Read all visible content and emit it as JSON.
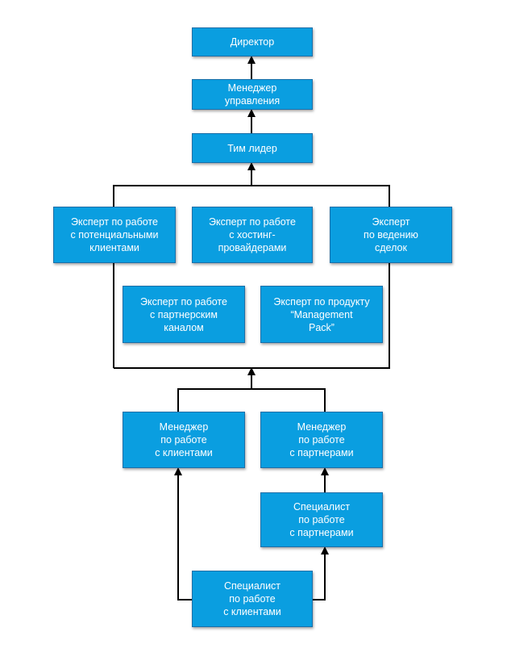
{
  "colors": {
    "box_fill": "#0a9ee0",
    "box_border": "#1c6fa8",
    "box_text": "#ffffff",
    "connector": "#000000"
  },
  "nodes": {
    "director": "Директор",
    "manager_mgmt": "Менеджер\nуправления",
    "team_lead": "Тим лидер",
    "expert_potential": "Эксперт по работе\nс потенциальными\nклиентами",
    "expert_hosting": "Эксперт по работе\nс хостинг-\nпровайдерами",
    "expert_deals": "Эксперт\nпо ведению\nсделок",
    "expert_partner_channel": "Эксперт по работе\nс партнерским\nканалом",
    "expert_product": "Эксперт по  продукту\n“Management\nPack”",
    "manager_clients": "Менеджер\nпо работе\nс клиентами",
    "manager_partners": "Менеджер\nпо работе\nс партнерами",
    "specialist_partners": "Специалист\nпо работе\nс партнерами",
    "specialist_clients": "Специалист\nпо работе\nс клиентами"
  }
}
